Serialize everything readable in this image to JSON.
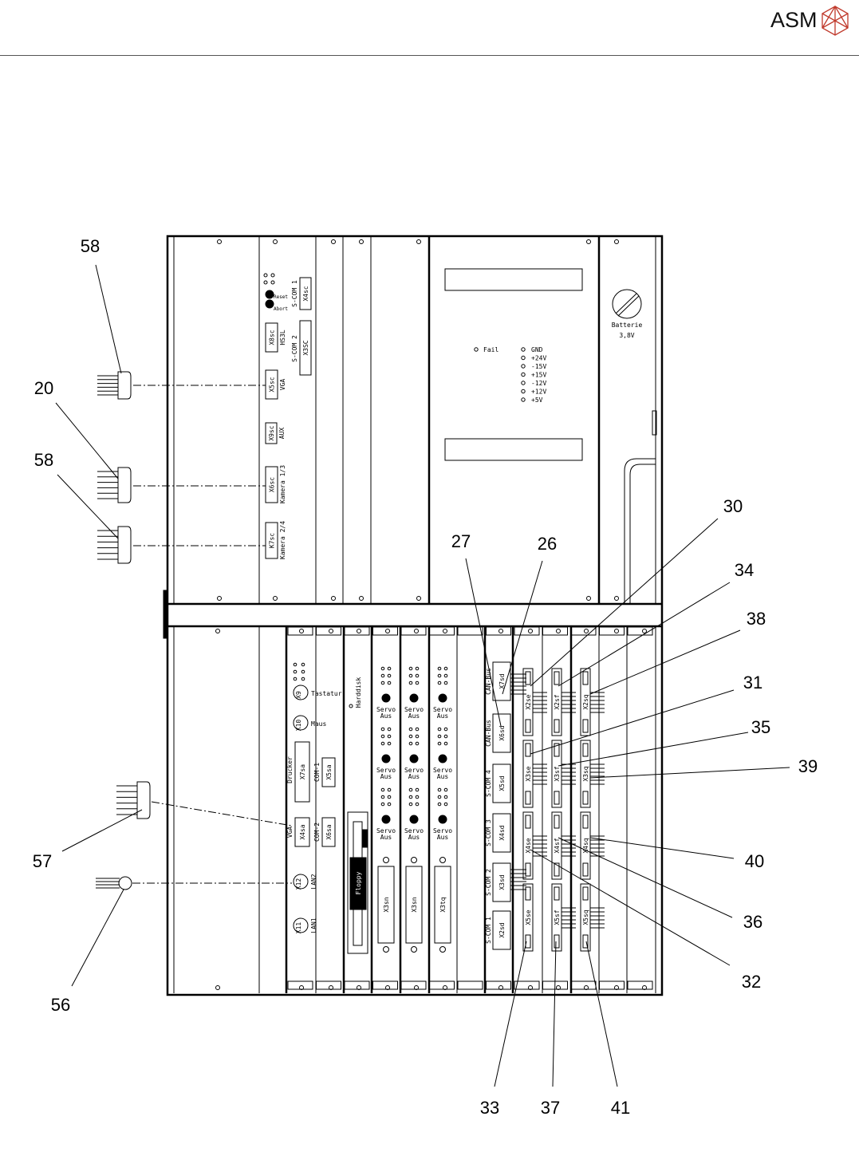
{
  "header": {
    "logo_text": "ASM",
    "logo_color": "#c0392b"
  },
  "callouts": [
    "58",
    "20",
    "58",
    "57",
    "56",
    "27",
    "26",
    "30",
    "34",
    "38",
    "31",
    "35",
    "39",
    "40",
    "36",
    "32",
    "33",
    "37",
    "41"
  ],
  "upper_module": {
    "reset": "Reset",
    "abort": "Abort",
    "scom1": "S-COM 1",
    "x4sc": "X4sc",
    "x8sc": "X8sc",
    "hs3l": "HS3L",
    "scom2": "S-COM 2",
    "x3sc": "X3SC",
    "x5sc": "X5sc",
    "vga": "VGA",
    "x9sc": "X9sc",
    "aux": "AUX",
    "x6sc": "X6sc",
    "kamera13": "Kamera 1/3",
    "k7sc": "K7sc",
    "kamera24": "Kamera 2/4"
  },
  "power_supply": {
    "fail": "Fail",
    "voltages": [
      "GND",
      "+24V",
      "-15V",
      "+15V",
      "-12V",
      "+12V",
      "+5V"
    ]
  },
  "battery": {
    "label": "Batterie",
    "voltage": "3,8V"
  },
  "cpu_module": {
    "x9": "X9",
    "tastatur": "Tastatur",
    "x10": "X10",
    "maus": "Maus",
    "drucker": "Drucker",
    "x7sa": "X7sa",
    "com1": "COM-1",
    "x5sa": "X5sa",
    "vga": "VGA",
    "x4sa": "X4sa",
    "com2": "COM-2",
    "x6sa": "X6sa",
    "x12": "X12",
    "lan2": "LAN2",
    "x11": "X11",
    "lan1": "LAN1"
  },
  "drive_module": {
    "harddisk": "Harddisk",
    "floppy": "Floppy"
  },
  "servo": {
    "label1": "Servo",
    "label2": "Aus",
    "connectors": [
      "X3sn",
      "X3sn",
      "X3tq"
    ]
  },
  "bus_module": {
    "ports": [
      {
        "name": "CAN-Bus",
        "conn": "X7sd"
      },
      {
        "name": "CAN-Bus",
        "conn": "X6sd"
      },
      {
        "name": "S-COM 4",
        "conn": "X5sd"
      },
      {
        "name": "S-COM 3",
        "conn": "X4sd"
      },
      {
        "name": "S-COM 2",
        "conn": "X3sd"
      },
      {
        "name": "S-COM 1",
        "conn": "X2sd"
      }
    ]
  },
  "slot_boards": [
    [
      "X2se",
      "X2sf",
      "X2sq"
    ],
    [
      "X3se",
      "X3sf",
      "X3sq"
    ],
    [
      "X4se",
      "X4sf",
      "X4sq"
    ],
    [
      "X5se",
      "X5sf",
      "X5sq"
    ]
  ]
}
